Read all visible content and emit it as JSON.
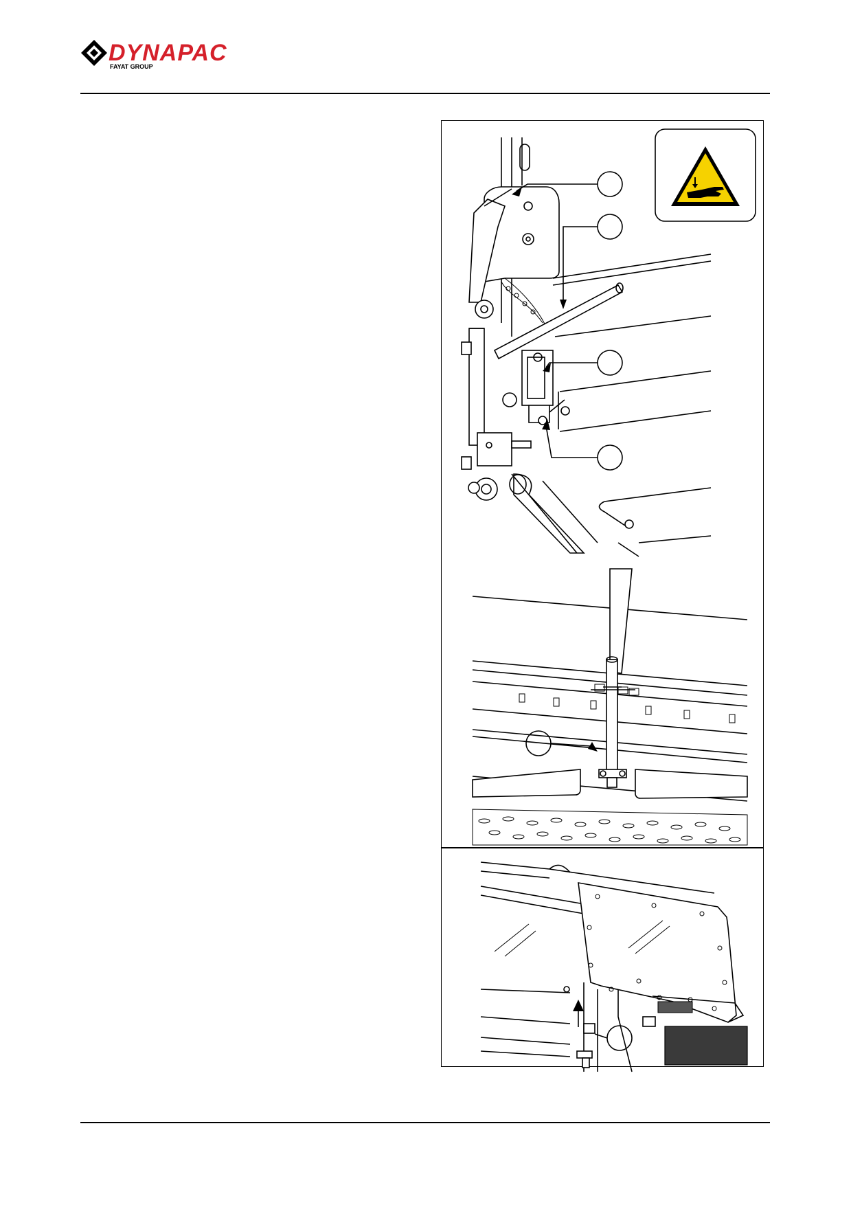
{
  "header": {
    "brand_name": "DYNAPAC",
    "brand_subtitle": "FAYAT GROUP",
    "brand_color": "#d5202a"
  },
  "figure": {
    "warning_sign": {
      "icon": "crush-hazard-hand-icon",
      "colors": {
        "fill": "#f6d200",
        "outline": "#000000"
      }
    },
    "callouts_count": 6
  }
}
